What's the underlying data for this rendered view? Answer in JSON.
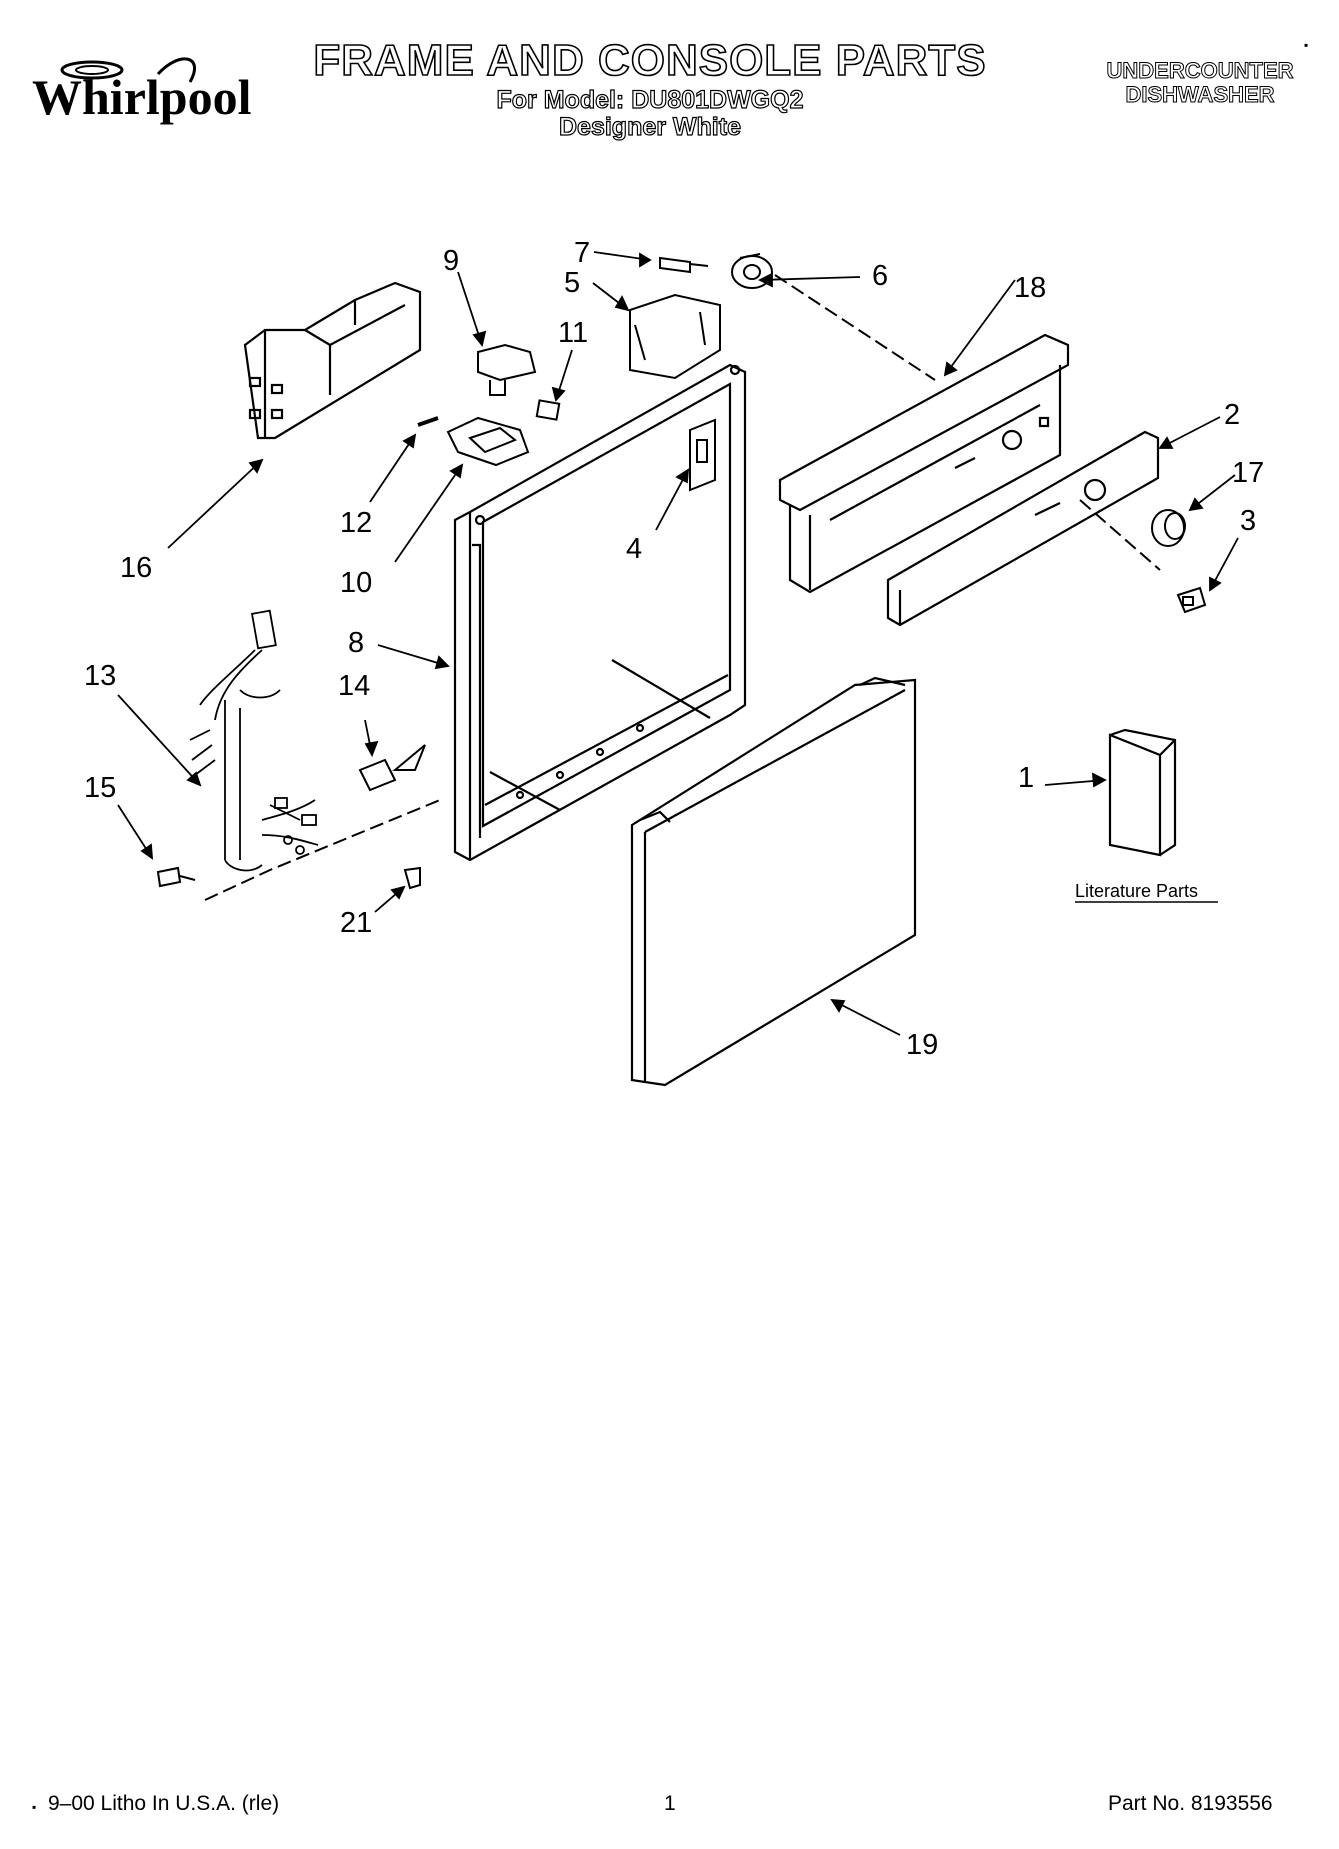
{
  "brand": {
    "name": "Whirlpool"
  },
  "header": {
    "title": "FRAME AND CONSOLE PARTS",
    "model_line": "For Model: DU801DWGQ2",
    "color_line": "Designer White",
    "category_line1": "UNDERCOUNTER",
    "category_line2": "DISHWASHER"
  },
  "callouts": {
    "c1": "1",
    "c2": "2",
    "c3": "3",
    "c4": "4",
    "c5": "5",
    "c6": "6",
    "c7": "7",
    "c8": "8",
    "c9": "9",
    "c10": "10",
    "c11": "11",
    "c12": "12",
    "c13": "13",
    "c14": "14",
    "c15": "15",
    "c16": "16",
    "c17": "17",
    "c18": "18",
    "c19": "19",
    "c21": "21"
  },
  "literature_label": "Literature Parts",
  "footer": {
    "print_info": "9–00 Litho In U.S.A. (rle)",
    "page_number": "1",
    "part_number": "Part No. 8193556"
  }
}
